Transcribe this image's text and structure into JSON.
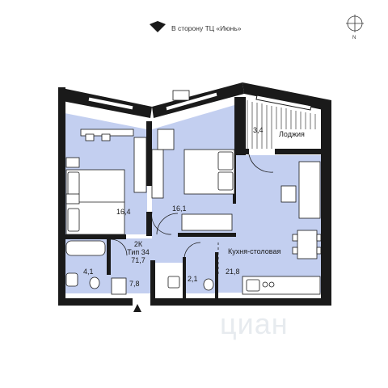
{
  "header": {
    "direction_note": "В сторону ТЦ «Июнь»"
  },
  "compass": {
    "label": "N"
  },
  "apartment": {
    "type": "2К",
    "plan": "Тип 34",
    "area": "71,7"
  },
  "rooms": {
    "bedroom_left": "16,4",
    "bedroom_middle": "16,1",
    "loggia_area": "3,4",
    "loggia_name": "Лоджия",
    "kitchen_name": "Кухня-столовая",
    "kitchen_area": "21,8",
    "bathroom": "4,1",
    "hall": "7,8",
    "wc": "2,1"
  },
  "watermark": "циан",
  "colors": {
    "room_fill": "#c3cff0",
    "wall": "#1a1a1a",
    "background": "#ffffff"
  }
}
